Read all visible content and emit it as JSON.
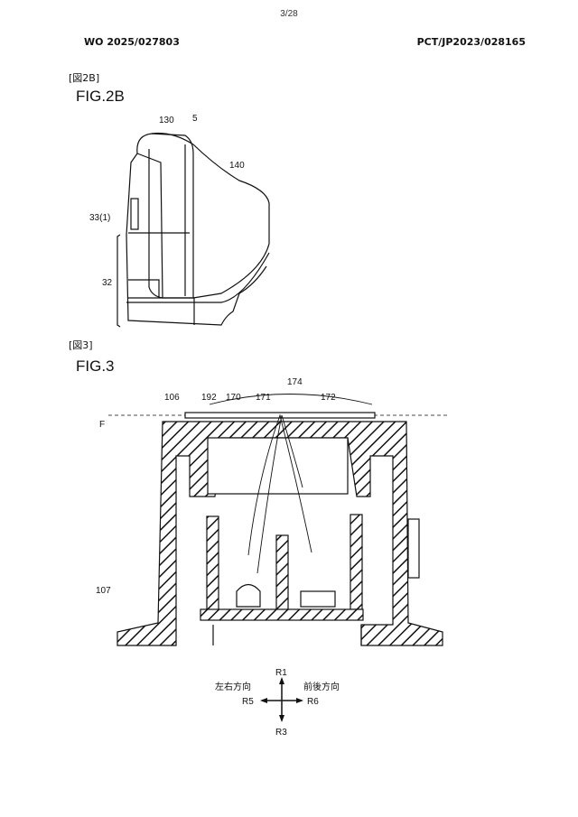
{
  "header": {
    "page_number": "3/28",
    "publication_number": "WO 2025/027803",
    "application_number": "PCT/JP2023/028165"
  },
  "fig2b": {
    "tag": "[図2B]",
    "title": "FIG.2B",
    "labels": {
      "l130": "130",
      "l5": "5",
      "l140": "140",
      "l33": "33(1)",
      "l32": "32"
    }
  },
  "fig3": {
    "tag": "[図3]",
    "title": "FIG.3",
    "labels": {
      "l174": "174",
      "l106": "106",
      "l192": "192",
      "l170": "170",
      "l171": "171",
      "l172": "172",
      "lF": "F",
      "l107": "107"
    },
    "directions": {
      "r1": "R1",
      "r3": "R3",
      "r5": "R5",
      "r6": "R6",
      "left_right": "左右方向",
      "front_back": "前後方向"
    }
  }
}
